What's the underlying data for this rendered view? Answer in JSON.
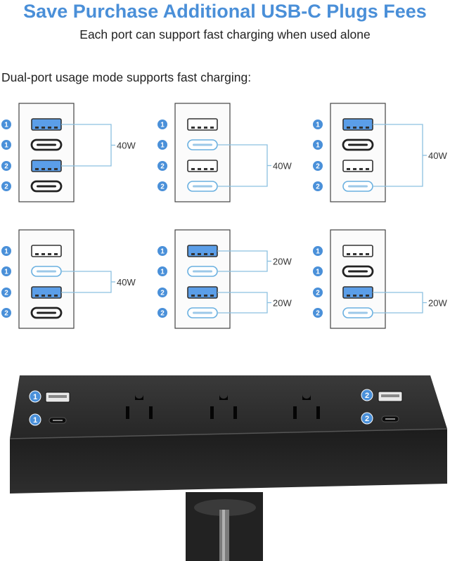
{
  "headline": "Save Purchase Additional USB-C Plugs Fees",
  "subline": "Each port can support fast charging when used alone",
  "mode_title": "Dual-port usage mode supports fast charging:",
  "colors": {
    "accent": "#4a8fd8",
    "active_port": "#5b9ee8",
    "bracket": "#8cc0e0",
    "badge": "#4a90d9",
    "strip_body": "#2b2b2b"
  },
  "panels": [
    {
      "port_numbers": [
        "1",
        "1",
        "2",
        "2"
      ],
      "active": [
        true,
        false,
        true,
        false
      ],
      "links": [
        {
          "ports": [
            0,
            2
          ],
          "label": "40W"
        }
      ]
    },
    {
      "port_numbers": [
        "1",
        "1",
        "2",
        "2"
      ],
      "active": [
        false,
        true,
        false,
        true
      ],
      "links": [
        {
          "ports": [
            1,
            3
          ],
          "label": "40W"
        }
      ]
    },
    {
      "port_numbers": [
        "1",
        "1",
        "2",
        "2"
      ],
      "active": [
        true,
        false,
        false,
        true
      ],
      "links": [
        {
          "ports": [
            0,
            3
          ],
          "label": "40W"
        }
      ]
    },
    {
      "port_numbers": [
        "1",
        "1",
        "2",
        "2"
      ],
      "active": [
        false,
        true,
        true,
        false
      ],
      "links": [
        {
          "ports": [
            1,
            2
          ],
          "label": "40W"
        }
      ]
    },
    {
      "port_numbers": [
        "1",
        "1",
        "2",
        "2"
      ],
      "active": [
        true,
        true,
        true,
        true
      ],
      "links": [
        {
          "ports": [
            0,
            1
          ],
          "label": "20W"
        },
        {
          "ports": [
            2,
            3
          ],
          "label": "20W"
        }
      ]
    },
    {
      "port_numbers": [
        "1",
        "1",
        "2",
        "2"
      ],
      "active": [
        false,
        false,
        true,
        true
      ],
      "links": [
        {
          "ports": [
            2,
            3
          ],
          "label": "20W"
        }
      ]
    }
  ],
  "power_strip": {
    "left_port_numbers": [
      "1",
      "1"
    ],
    "right_port_numbers": [
      "2",
      "2"
    ],
    "outlet_count": 3,
    "port_icons": [
      "usb-a-port-icon",
      "usb-c-port-icon",
      "ac-outlet-icon"
    ]
  }
}
